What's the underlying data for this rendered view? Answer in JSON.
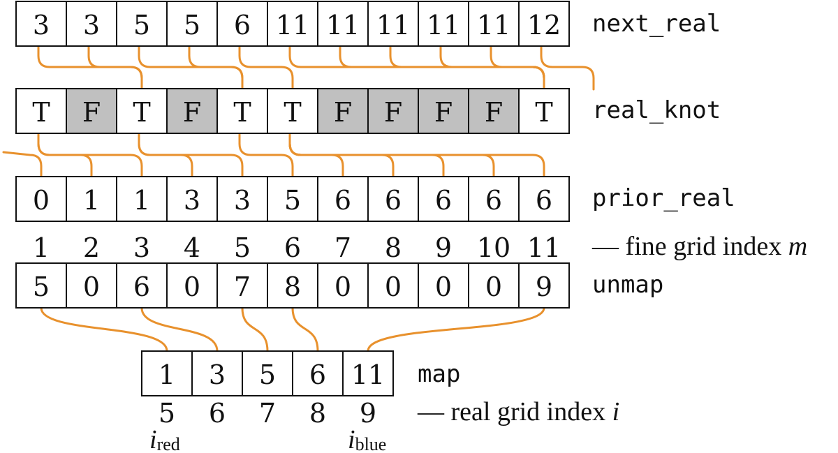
{
  "rows": {
    "next_real": {
      "label": "next_real",
      "values": [
        "3",
        "3",
        "5",
        "5",
        "6",
        "11",
        "11",
        "11",
        "11",
        "11",
        "12"
      ]
    },
    "real_knot": {
      "label": "real_knot",
      "values": [
        "T",
        "F",
        "T",
        "F",
        "T",
        "T",
        "F",
        "F",
        "F",
        "F",
        "T"
      ]
    },
    "prior_real": {
      "label": "prior_real",
      "values": [
        "0",
        "1",
        "1",
        "3",
        "3",
        "5",
        "6",
        "6",
        "6",
        "6",
        "6"
      ]
    },
    "unmap": {
      "label": "unmap",
      "values": [
        "5",
        "0",
        "6",
        "0",
        "7",
        "8",
        "0",
        "0",
        "0",
        "0",
        "9"
      ]
    },
    "map": {
      "label": "map",
      "values": [
        "1",
        "3",
        "5",
        "6",
        "11"
      ]
    }
  },
  "fine_index": {
    "values": [
      "1",
      "2",
      "3",
      "4",
      "5",
      "6",
      "7",
      "8",
      "9",
      "10",
      "11"
    ],
    "label_prefix": "— fine grid index ",
    "label_var": "m"
  },
  "real_index": {
    "values": [
      "5",
      "6",
      "7",
      "8",
      "9"
    ],
    "label_prefix": "— real grid index ",
    "label_var": "i"
  },
  "markers": {
    "red": {
      "var": "i",
      "sub": "red"
    },
    "blue": {
      "var": "i",
      "sub": "blue"
    }
  },
  "colors": {
    "connector": "#e8912d",
    "false_cell": "#c0c0c0",
    "true_cell": "#ffffff",
    "border": "#111111"
  },
  "false_value": "F"
}
